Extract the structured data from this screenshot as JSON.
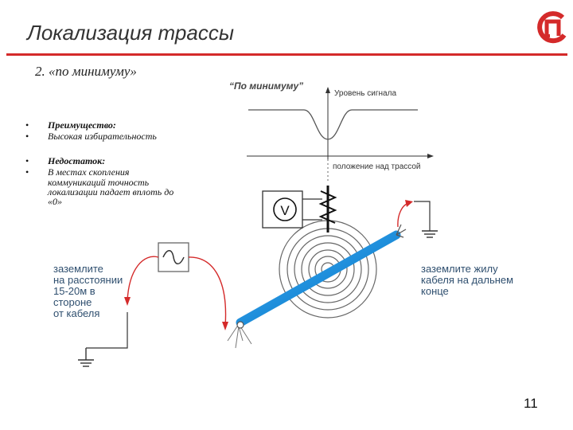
{
  "slide": {
    "title": "Локализация трассы",
    "subtitle": "2. «по минимуму»",
    "page_number": "11"
  },
  "bullets": [
    {
      "heading": "Преимущество:",
      "text": "Высокая избирательность"
    },
    {
      "heading": "Недостаток:",
      "text_lines": [
        "В местах скопления",
        "коммуникаций точность",
        "локализации падает вплоть до",
        "«0»"
      ]
    }
  ],
  "diagram": {
    "graph_title": "“По минимуму”",
    "y_axis_label": "Уровень сигнала",
    "x_axis_label": "положение над трассой",
    "voltmeter_symbol": "V",
    "left_note": [
      "заземлите",
      "на расстоянии",
      "15-20м в",
      "стороне",
      "от кабеля"
    ],
    "right_note": [
      "заземлите жилу",
      "кабеля на дальнем",
      "конце"
    ]
  },
  "colors": {
    "accent_red": "#d42a2a",
    "cable_blue": "#1f8fdc",
    "note_text": "#2f4f6f"
  },
  "icons": [
    "logo-icon",
    "generator-icon",
    "ground-icon",
    "voltmeter-icon",
    "receiver-coil-icon"
  ]
}
